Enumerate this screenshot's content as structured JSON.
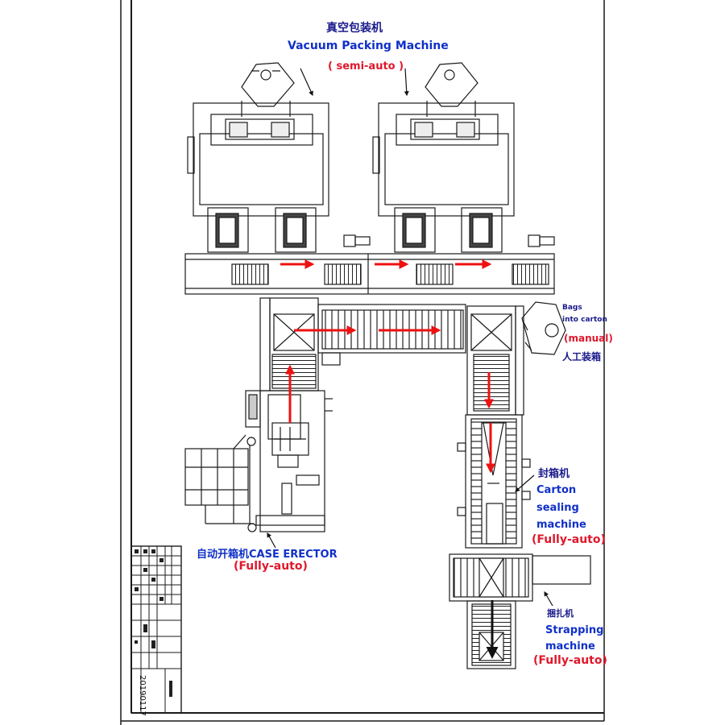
{
  "vacuum": {
    "title_cn": "真空包装机",
    "title_en": "Vacuum Packing Machine",
    "mode": "( semi-auto )"
  },
  "manual_station": {
    "line1": "Bags",
    "line2": "into carton",
    "mode": "(manual)",
    "title_cn": "人工装箱"
  },
  "sealer": {
    "title_cn": "封箱机",
    "line1": "Carton",
    "line2": "sealing",
    "line3": "machine",
    "mode": "(Fully-auto)"
  },
  "erector": {
    "title": "自动开箱机CASE ERECTOR",
    "mode": "(Fully-auto)"
  },
  "strapping": {
    "title_cn": "捆扎机",
    "line1": "Strapping",
    "line2": "machine",
    "mode": "(Fully-auto)"
  },
  "title_block": {
    "date": "20190117"
  },
  "colors": {
    "label_blue": "#1030c8",
    "label_red": "#e0182c",
    "flow_arrow": "#ee1111",
    "drawing_line": "#1a1a1a"
  }
}
